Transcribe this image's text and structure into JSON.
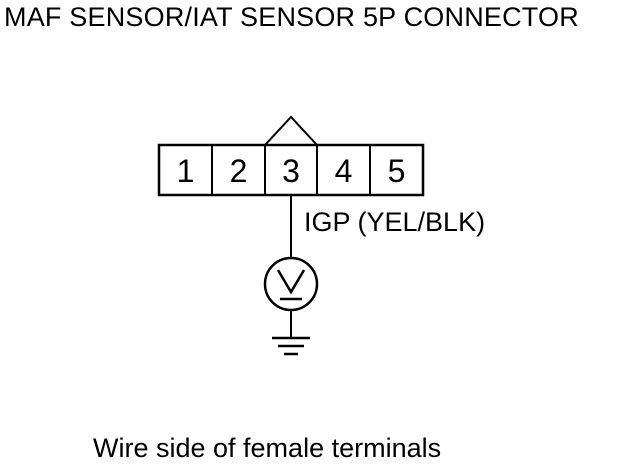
{
  "diagram": {
    "title": "MAF SENSOR/IAT SENSOR 5P CONNECTOR",
    "connector": {
      "pins": [
        "1",
        "2",
        "3",
        "4",
        "5"
      ]
    },
    "wire_label": "IGP (YEL/BLK)",
    "caption": "Wire side of female terminals"
  }
}
